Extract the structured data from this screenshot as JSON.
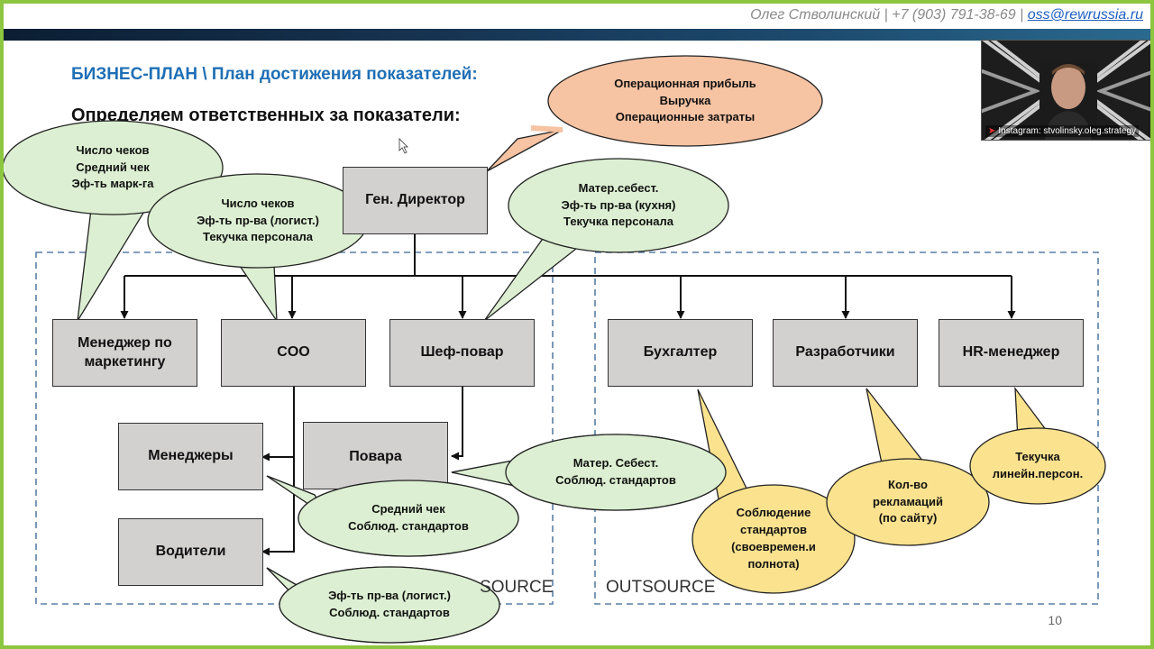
{
  "header": {
    "contact_text": "Олег Стволинский | +7 (903) 791-38-69 | ",
    "email": "oss@rewrussia.ru"
  },
  "slide": {
    "title": "БИЗНЕС-ПЛАН \\ План достижения показателей:",
    "subtitle": "Определяем ответственных за показатели:",
    "page_number": "10",
    "outsource_left": "OUTSOURCE",
    "outsource_right": "OUTSOURCE"
  },
  "webcam": {
    "label": "Instagram: stvolinsky.oleg.strategy"
  },
  "org": {
    "ceo": "Ген. Директор",
    "marketing": "Менеджер по\nмаркетингу",
    "coo": "COO",
    "chef": "Шеф-повар",
    "accountant": "Бухгалтер",
    "developers": "Разработчики",
    "hr": "HR-менеджер",
    "managers": "Менеджеры",
    "cooks": "Повара",
    "drivers": "Водители"
  },
  "callouts": {
    "ceo": "Операционная прибыль\nВыручка\nОперационные затраты",
    "marketing": "Число чеков\nСредний чек\nЭф-ть марк-га",
    "coo": "Число чеков\nЭф-ть пр-ва (логист.)\nТекучка персонала",
    "chef": "Матер.себест.\nЭф-ть пр-ва (кухня)\nТекучка персонала",
    "cooks": "Матер. Себест.\nСоблюд. стандартов",
    "managers": "Средний чек\nСоблюд. стандартов",
    "drivers": "Эф-ть пр-ва (логист.)\nСоблюд. стандартов",
    "accountant": "Соблюдение\nстандартов\n(своевремен.и\nполнота)",
    "developers": "Кол-во\nрекламаций\n(по сайту)",
    "hr": "Текучка\nлинейн.персон."
  },
  "colors": {
    "frame": "#8dc63f",
    "box_fill": "#d3d0d0",
    "green_callout": "#dcefd2",
    "peach_callout": "#f6c3a3",
    "yellow_callout": "#fbe28e",
    "title_blue": "#1f6fb5",
    "dashed_border": "#5a7fa3"
  },
  "icons": {
    "cursor": "cursor-icon",
    "record": "record-icon"
  }
}
